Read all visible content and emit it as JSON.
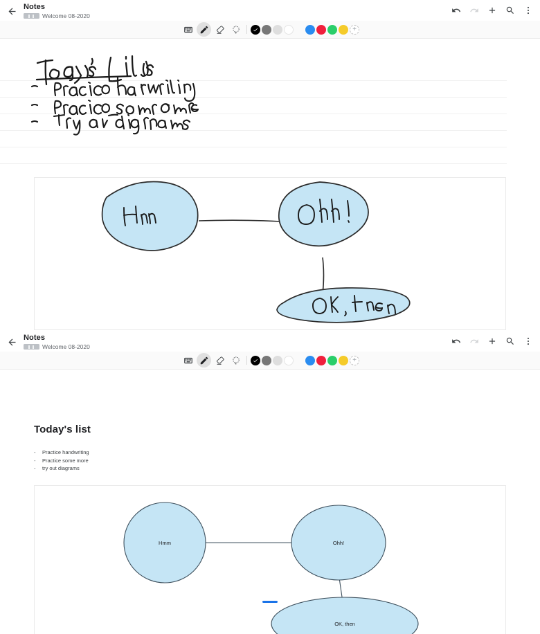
{
  "app": {
    "title": "Notes",
    "subtitle": "Welcome 08-2020",
    "badge_icon": "keyboard-pill-badge",
    "back_icon": "back-arrow-icon"
  },
  "appbar_actions": [
    {
      "name": "undo-button",
      "icon": "undo-icon",
      "label": "Undo",
      "enabled": true
    },
    {
      "name": "redo-button",
      "icon": "redo-icon",
      "label": "Redo",
      "enabled": false
    },
    {
      "name": "add-button",
      "icon": "plus-icon",
      "label": "Add",
      "enabled": true
    },
    {
      "name": "search-button",
      "icon": "search-icon",
      "label": "Search",
      "enabled": true
    },
    {
      "name": "more-button",
      "icon": "more-vertical-icon",
      "label": "More",
      "enabled": true
    }
  ],
  "toolbar": {
    "tools": [
      {
        "name": "keyboard-tool",
        "icon": "keyboard-icon",
        "label": "Keyboard",
        "selected": false
      },
      {
        "name": "pen-tool",
        "icon": "pen-icon",
        "label": "Pen",
        "selected": true
      },
      {
        "name": "eraser-tool",
        "icon": "eraser-icon",
        "label": "Eraser",
        "selected": false
      },
      {
        "name": "lasso-tool",
        "icon": "lasso-icon",
        "label": "Lasso select",
        "selected": false
      }
    ],
    "colors": [
      {
        "name": "color-black",
        "label": "Black",
        "hex": "#000000",
        "selected": true
      },
      {
        "name": "color-dark-gray",
        "label": "Dark gray",
        "hex": "#777777",
        "selected": false
      },
      {
        "name": "color-light-gray",
        "label": "Light gray",
        "hex": "#dedede",
        "selected": false
      },
      {
        "name": "color-white",
        "label": "White",
        "hex": "#ffffff",
        "selected": false
      },
      {
        "name": "color-blue",
        "label": "Blue",
        "hex": "#2a8cf0",
        "selected": false
      },
      {
        "name": "color-red",
        "label": "Red",
        "hex": "#f01f3c",
        "selected": false
      },
      {
        "name": "color-green",
        "label": "Green",
        "hex": "#2ace6a",
        "selected": false
      },
      {
        "name": "color-yellow",
        "label": "Yellow",
        "hex": "#f5cb2a",
        "selected": false
      }
    ],
    "add_color_label": "+"
  },
  "note_top": {
    "mode": "handwritten-ink",
    "heading": "Today's List",
    "items": [
      "Practice handwriting",
      "Practice some more",
      "Try out diagrams"
    ]
  },
  "note_bottom": {
    "mode": "converted-text",
    "heading": "Today's list",
    "bullet_char": "-",
    "items": [
      "Practice handwriting",
      "Practice some more",
      "try out diagrams"
    ]
  },
  "diagram": {
    "fill_color": "#c5e5f5",
    "stroke_color": "#3d4f5c",
    "nodes": [
      {
        "id": "n1",
        "label": "Hmm",
        "shape": "ellipse"
      },
      {
        "id": "n2",
        "label": "Ohh!",
        "shape": "ellipse"
      },
      {
        "id": "n3",
        "label": "OK, then",
        "shape": "ellipse"
      }
    ],
    "edges": [
      {
        "from": "n1",
        "to": "n2"
      },
      {
        "from": "n2",
        "to": "n3"
      }
    ]
  },
  "system": {
    "home_indicator": "home-indicator-bar",
    "accent_color": "#1a73e8"
  }
}
